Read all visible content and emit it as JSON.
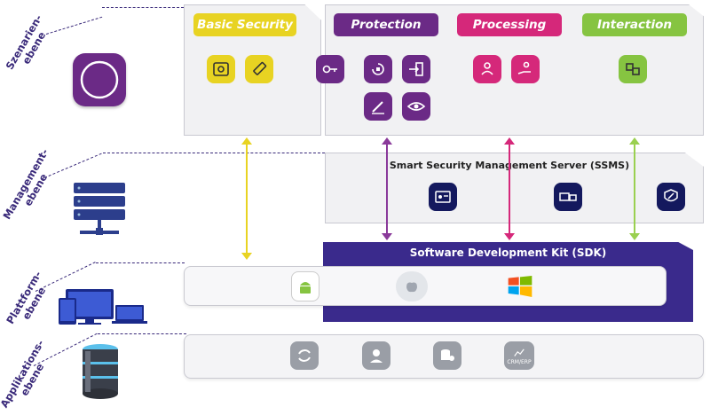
{
  "layers": {
    "szenario": "Szenarien-\nebene",
    "management": "Management-\nebene",
    "plattform": "Plattform-\nebene",
    "applikation": "Applikations-\nebene"
  },
  "scenario": {
    "basic_security": "Basic Security",
    "protection": "Protection",
    "processing": "Processing",
    "interaction": "Interaction"
  },
  "management": {
    "server_title": "Smart Security Management Server (SSMS)"
  },
  "sdk": {
    "title": "Software Development Kit (SDK)"
  },
  "application": {
    "crm_label": "CRM/ERP"
  },
  "colors": {
    "basic": "#e8d322",
    "protection": "#6b2a86",
    "processing": "#d5287a",
    "interaction": "#86c441",
    "navy": "#14195e",
    "sdk": "#3a2a8c",
    "gray_icon": "#9a9ea6"
  },
  "icons": {
    "scenario_app": "circle-app-icon",
    "server_rack": "server-rack-icon",
    "devices": "devices-icon",
    "database": "database-stack-icon",
    "platforms": [
      "android-icon",
      "apple-icon",
      "windows-icon"
    ]
  }
}
